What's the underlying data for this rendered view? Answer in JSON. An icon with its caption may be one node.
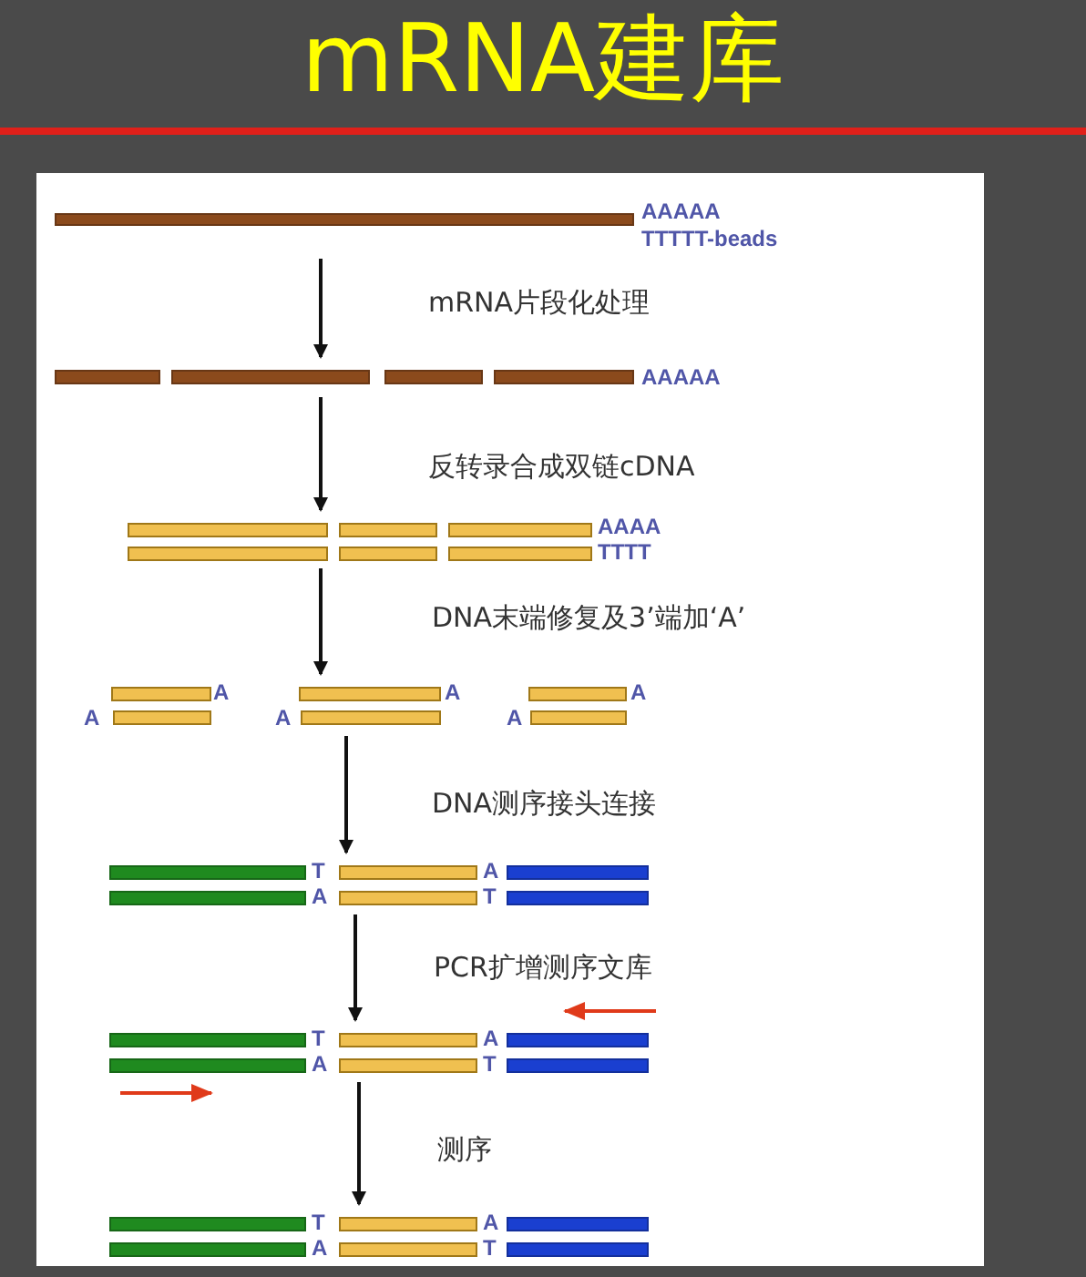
{
  "diagram": {
    "title": "mRNA建库",
    "nodes": [
      {
        "text": [
          "AAAAA",
          "TTTTT-beads"
        ]
      },
      {
        "text": [
          "AAAAA"
        ]
      },
      {
        "text": [
          "AAAA",
          "TTTT"
        ]
      },
      {
        "text": [
          "A",
          "A",
          "A",
          "A",
          "A",
          "A"
        ]
      },
      {
        "text": [
          "T",
          "A",
          "A",
          "T"
        ]
      },
      {
        "text": [
          "T",
          "A",
          "A",
          "T"
        ]
      },
      {
        "text": [
          "T",
          "A",
          "A",
          "T"
        ]
      }
    ],
    "edges": [
      {
        "from": 0,
        "to": 1,
        "arrow": "to",
        "label": "mRNA片段化处理"
      },
      {
        "from": 1,
        "to": 2,
        "arrow": "to",
        "label": "反转录合成双链cDNA"
      },
      {
        "from": 2,
        "to": 3,
        "arrow": "to",
        "label": "DNA末端修复及3’端加‘A’"
      },
      {
        "from": 3,
        "to": 4,
        "arrow": "to",
        "label": "DNA测序接头连接"
      },
      {
        "from": 4,
        "to": 5,
        "arrow": "to",
        "label": "PCR扩增测序文库"
      },
      {
        "from": 5,
        "to": 6,
        "arrow": "to",
        "label": "测序"
      }
    ]
  }
}
